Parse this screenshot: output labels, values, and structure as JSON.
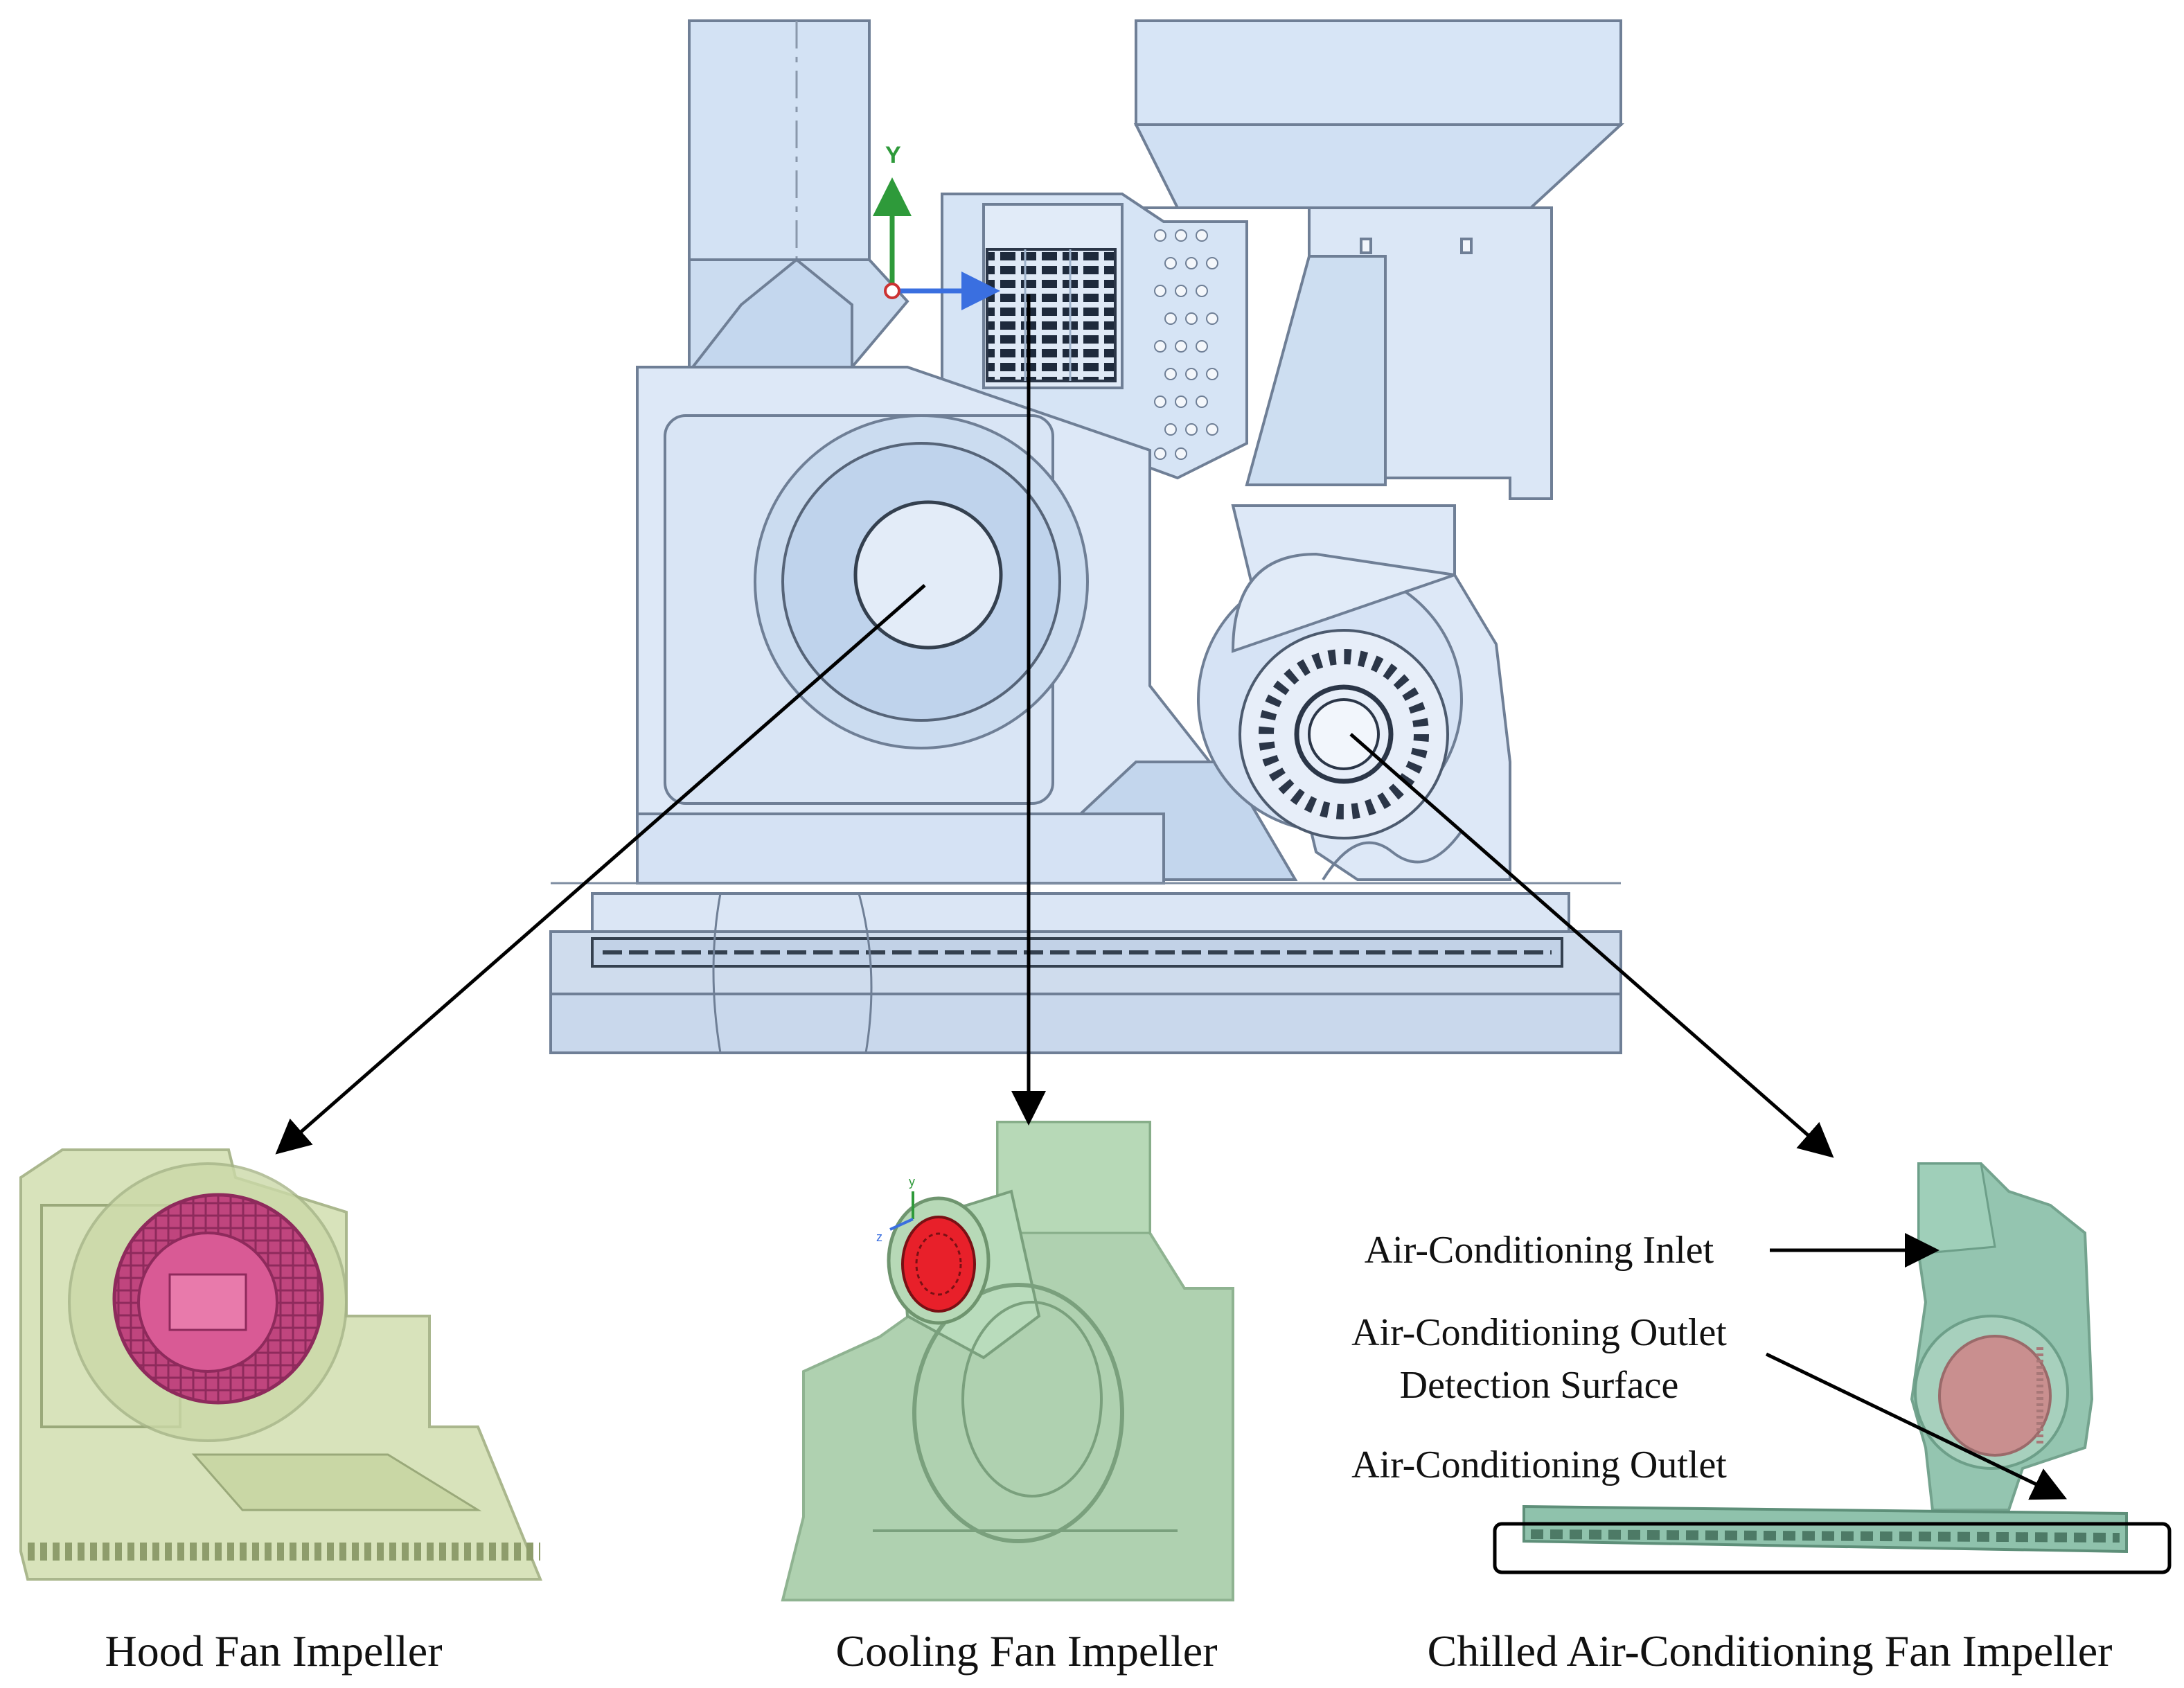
{
  "captions": {
    "hood": "Hood Fan Impeller",
    "cooling": "Cooling Fan Impeller",
    "chilled": "Chilled Air-Conditioning Fan Impeller"
  },
  "labels": {
    "inlet": "Air-Conditioning Inlet",
    "outlet_detection_line1": "Air-Conditioning Outlet",
    "outlet_detection_line2": "Detection Surface",
    "outlet": "Air-Conditioning Outlet"
  },
  "axes": {
    "main_y": "Y",
    "small_y": "y",
    "small_z": "z"
  },
  "colors": {
    "cad_body": "#d9e6f5",
    "cad_edge": "#6f7f96",
    "hood_green": "#d6e2b8",
    "impeller_magenta": "#c0457e",
    "cooling_green": "#a9ceaa",
    "cooling_red": "#e8202a",
    "chilled_teal": "#8fc2ac",
    "chilled_impeller": "#c98f8f",
    "axis_y": "#2e9a3a",
    "axis_z": "#3a6fe0"
  }
}
